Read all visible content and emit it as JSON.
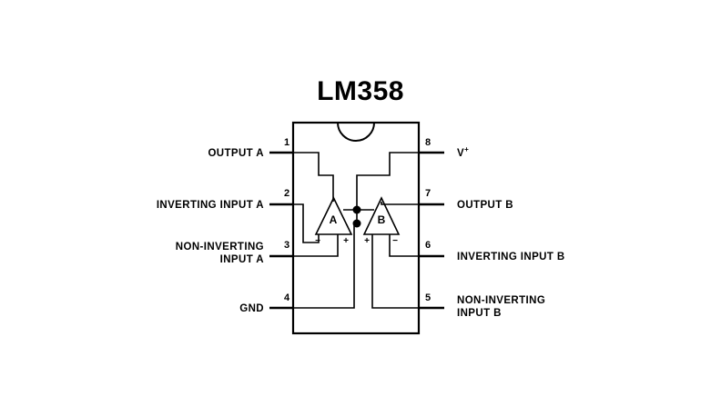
{
  "title": "LM358",
  "pins": {
    "p1": {
      "num": "1",
      "label": "OUTPUT A"
    },
    "p2": {
      "num": "2",
      "label": "INVERTING INPUT A"
    },
    "p3": {
      "num": "3",
      "label_line1": "NON-INVERTING",
      "label_line2": "INPUT A"
    },
    "p4": {
      "num": "4",
      "label": "GND"
    },
    "p5": {
      "num": "5",
      "label_line1": "NON-INVERTING",
      "label_line2": "INPUT B"
    },
    "p6": {
      "num": "6",
      "label": "INVERTING INPUT B"
    },
    "p7": {
      "num": "7",
      "label": "OUTPUT B"
    },
    "p8": {
      "num": "8",
      "label": "V",
      "label_sup": "+"
    }
  },
  "amps": {
    "a": {
      "label": "A",
      "minus": "−",
      "plus": "+"
    },
    "b": {
      "label": "B",
      "minus": "−",
      "plus": "+"
    }
  }
}
